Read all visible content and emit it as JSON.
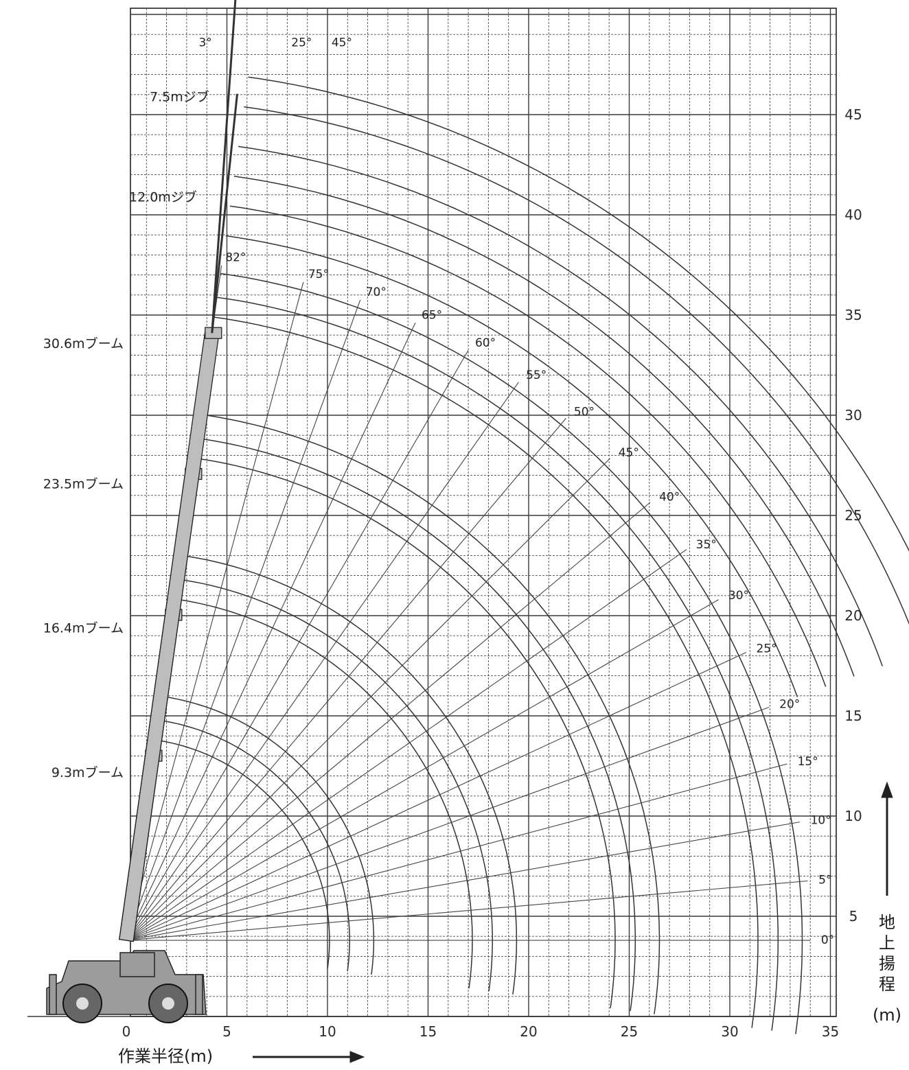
{
  "chart_data": {
    "type": "diagram",
    "x_axis": {
      "label": "作業半径(m)",
      "ticks": [
        0,
        5,
        10,
        15,
        20,
        25,
        30,
        35
      ],
      "range": [
        -6,
        36
      ]
    },
    "y_axis": {
      "label_chars": [
        "地",
        "上",
        "揚",
        "程"
      ],
      "unit": "(m)",
      "ticks": [
        5,
        10,
        15,
        20,
        25,
        30,
        35,
        40,
        45
      ],
      "range": [
        0,
        50.5
      ]
    },
    "booms": [
      {
        "label": "9.3mブーム",
        "length": 9.3,
        "label_y": 12.2
      },
      {
        "label": "16.4mブーム",
        "length": 16.4,
        "label_y": 19.4
      },
      {
        "label": "23.5mブーム",
        "length": 23.5,
        "label_y": 26.6
      },
      {
        "label": "30.6mブーム",
        "length": 30.6,
        "label_y": 33.6
      },
      {
        "label": "12.0mジブ",
        "length": 12.0,
        "label_y": 40.9
      },
      {
        "label": "7.5mジブ",
        "length": 7.5,
        "label_y": 45.9
      }
    ],
    "boom_angles": [
      "0°",
      "5°",
      "10°",
      "15°",
      "20°",
      "25°",
      "30°",
      "35°",
      "40°",
      "45°",
      "50°",
      "55°",
      "60°",
      "65°",
      "70°",
      "75°",
      "82°"
    ],
    "jib_offsets": [
      "3°",
      "25°",
      "45°"
    ]
  }
}
